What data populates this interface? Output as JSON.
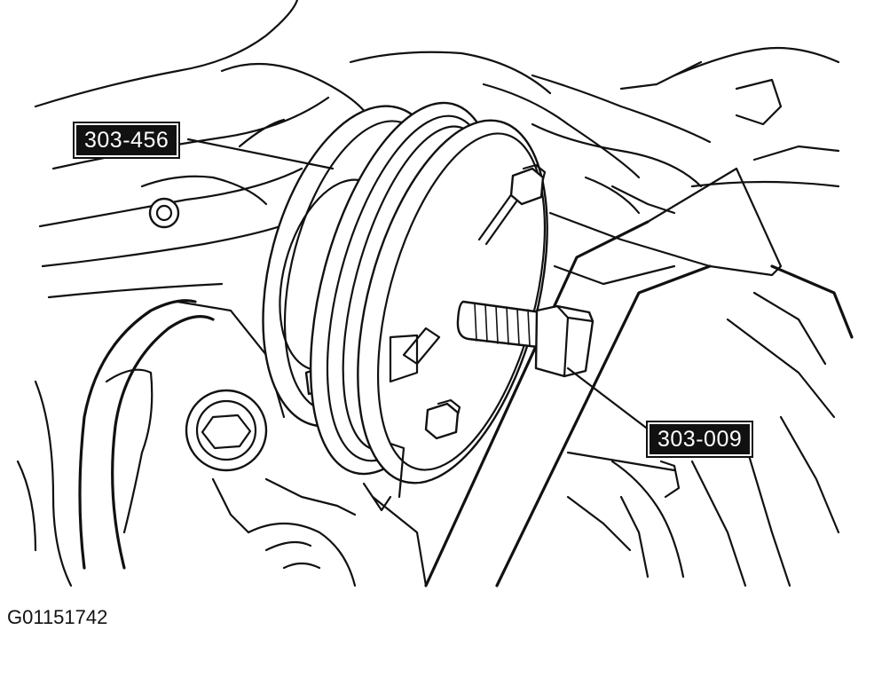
{
  "callouts": {
    "tool_a": "303-456",
    "tool_b": "303-009"
  },
  "figure_id": "G01151742"
}
